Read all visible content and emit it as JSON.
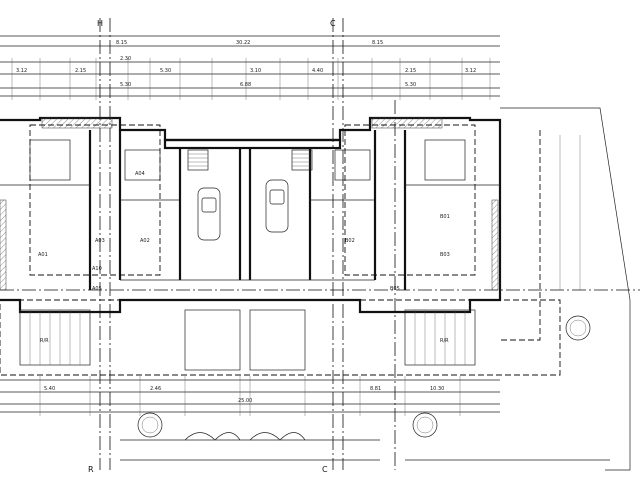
{
  "axes": {
    "a1": "H",
    "a2": "C",
    "a3": "C",
    "a4": "R"
  },
  "labels": {
    "d1": "8.15",
    "d2": "2.30",
    "d3": "30.22",
    "d4": "5.30",
    "d5": "2.15",
    "d6": "3.12",
    "d7": "6.88",
    "d8": "4.40",
    "d9": "3.10",
    "d10": "5.40",
    "d11": "25.00",
    "d12": "2.46",
    "d13": "8.81",
    "d14": "10.30",
    "r1": "A03",
    "r2": "A01",
    "r3": "A02",
    "r4": "A04",
    "r5": "A05",
    "r6": "B01",
    "r7": "B03",
    "r8": "B02",
    "r9": "B05",
    "r10": "R/R",
    "r11": "R/R",
    "r12": "A10"
  }
}
